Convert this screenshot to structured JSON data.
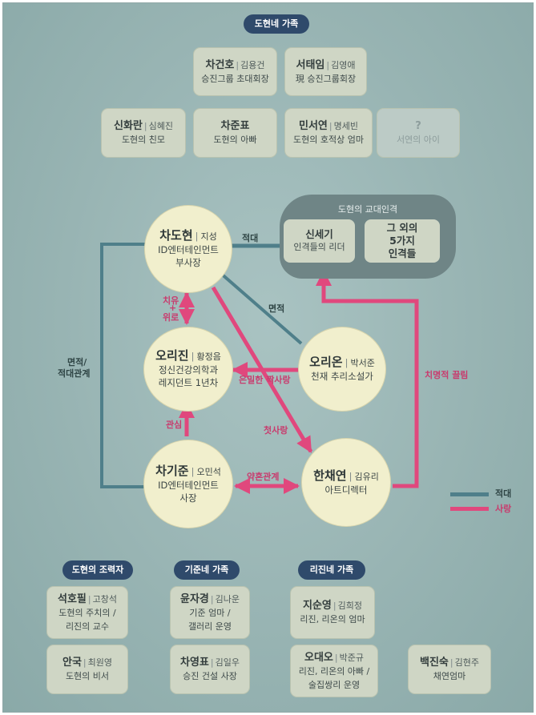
{
  "colors": {
    "enemy": "#4f7f8a",
    "love": "#e0487d",
    "pill": "#2f4a6b",
    "card": "#cfd6c5",
    "circle": "#f1efcd"
  },
  "dohyun_family": {
    "title": "도현네 가족",
    "members": [
      {
        "name": "차건호",
        "actor": "김용건",
        "role": "승진그룹 초대회장"
      },
      {
        "name": "서태임",
        "actor": "김영애",
        "role": "現 승진그룹회장"
      },
      {
        "name": "신화란",
        "actor": "심혜진",
        "role": "도현의 친모"
      },
      {
        "name": "차준표",
        "actor": "",
        "role": "도현의 아빠"
      },
      {
        "name": "민서연",
        "actor": "명세빈",
        "role": "도현의 호적상 엄마"
      },
      {
        "name": "?",
        "actor": "",
        "role": "서연의 아이"
      }
    ]
  },
  "alter_egos": {
    "title": "도현의 교대인격",
    "items": [
      {
        "name": "신세기",
        "role": "인격들의 리더"
      },
      {
        "name": "그 외의",
        "role": "5가지",
        "role2": "인격들"
      }
    ]
  },
  "main": [
    {
      "name": "차도현",
      "actor": "지성",
      "line1": "ID엔터테인먼트",
      "line2": "부사장"
    },
    {
      "name": "오리진",
      "actor": "황정음",
      "line1": "정신건강의학과",
      "line2": "레지던트 1년차"
    },
    {
      "name": "오리온",
      "actor": "박서준",
      "line1": "천재 추리소설가",
      "line2": ""
    },
    {
      "name": "차기준",
      "actor": "오민석",
      "line1": "ID엔터테인먼트",
      "line2": "사장"
    },
    {
      "name": "한채연",
      "actor": "김유리",
      "line1": "아트디렉터",
      "line2": ""
    }
  ],
  "relations": {
    "enemy": "적대",
    "acquaint": "면적",
    "heal_1": "치유",
    "heal_2": "+",
    "heal_3": "위로",
    "interest": "관심",
    "crush": "첫사랑",
    "secret_crush": "은밀한 짝사랑",
    "engaged": "약혼관계",
    "fatal": "치명적 끌림",
    "side_1": "면적/",
    "side_2": "적대관계"
  },
  "legend": [
    {
      "label": "적대",
      "color": "#4f7f8a"
    },
    {
      "label": "사랑",
      "color": "#e0487d"
    }
  ],
  "helpers": {
    "title": "도현의 조력자",
    "members": [
      {
        "name": "석호필",
        "actor": "고창석",
        "line1": "도현의 주치의 /",
        "line2": "리진의 교수"
      },
      {
        "name": "안국",
        "actor": "최원영",
        "line1": "도현의 비서",
        "line2": ""
      }
    ]
  },
  "kijun_family": {
    "title": "기준네 가족",
    "members": [
      {
        "name": "윤자경",
        "actor": "김나운",
        "line1": "기준 엄마 /",
        "line2": "갤러리 운영"
      },
      {
        "name": "차영표",
        "actor": "김일우",
        "line1": "승진 건설 사장",
        "line2": ""
      }
    ]
  },
  "rijin_family": {
    "title": "리진네 가족",
    "members": [
      {
        "name": "지순영",
        "actor": "김희정",
        "line1": "리진, 리온의 엄마",
        "line2": ""
      },
      {
        "name": "오대오",
        "actor": "박준규",
        "line1": "리진, 리온의 아빠 /",
        "line2": "술집쌍리 운영"
      }
    ]
  },
  "extra": {
    "name": "백진숙",
    "actor": "김현주",
    "line1": "채연엄마"
  }
}
